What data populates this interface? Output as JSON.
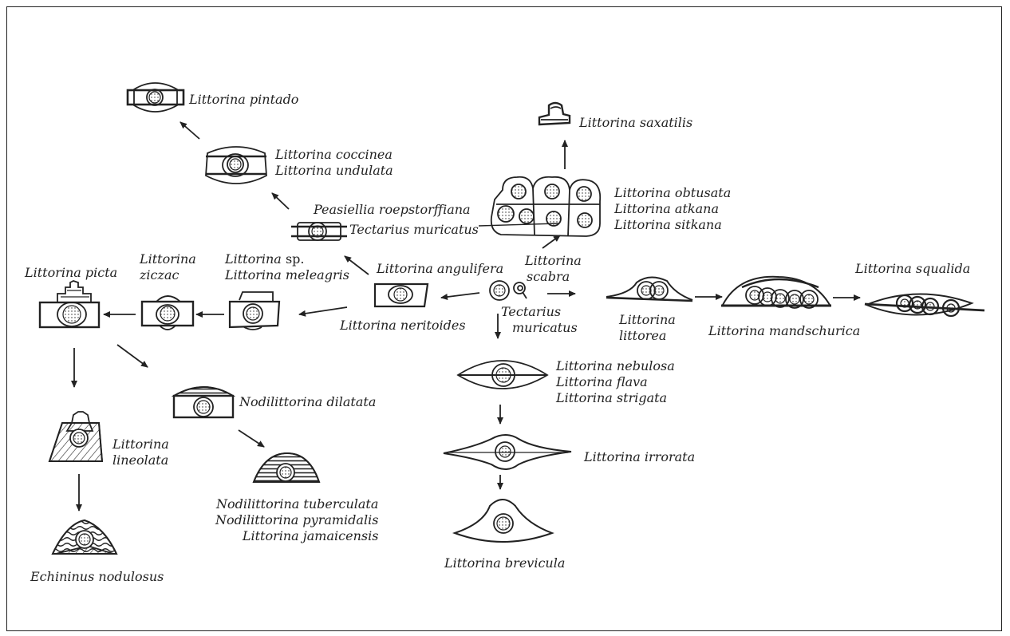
{
  "species": {
    "pintado": "Littorina pintado",
    "coccinea": "Littorina coccinea",
    "undulata": "Littorina undulata",
    "peasiellia": "Peasiellia roepstorffiana",
    "tectarius_a": "Tectarius muricatus",
    "saxatilis": "Littorina saxatilis",
    "obtusata": "Littorina obtusata",
    "atkana": "Littorina atkana",
    "sitkana": "Littorina sitkana",
    "picta": "Littorina picta",
    "ziczac_1": "Littorina",
    "ziczac_2": "ziczac",
    "sp_genus": "Littorina",
    "sp_abbr": "sp.",
    "meleagris": "Littorina meleagris",
    "angulifera": "Littorina angulifera",
    "scabra_1": "Littorina",
    "scabra_2": "scabra",
    "neritoides": "Littorina neritoides",
    "tectarius_b1": "Tectarius",
    "tectarius_b2": "muricatus",
    "littorea_1": "Littorina",
    "littorea_2": "littorea",
    "mandschurica": "Littorina mandschurica",
    "squalida": "Littorina squalida",
    "nebulosa": "Littorina nebulosa",
    "flava": "Littorina flava",
    "strigata": "Littorina strigata",
    "irrorata": "Littorina irrorata",
    "brevicula": "Littorina brevicula",
    "dilatata": "Nodilittorina dilatata",
    "lineolata_1": "Littorina",
    "lineolata_2": "lineolata",
    "tuberculata": "Nodilittorina tuberculata",
    "pyramidalis": "Nodilittorina pyramidalis",
    "jamaicensis": "Littorina jamaicensis",
    "echininus": "Echininus nodulosus"
  },
  "colors": {
    "ink": "#222222",
    "paper": "#ffffff"
  }
}
